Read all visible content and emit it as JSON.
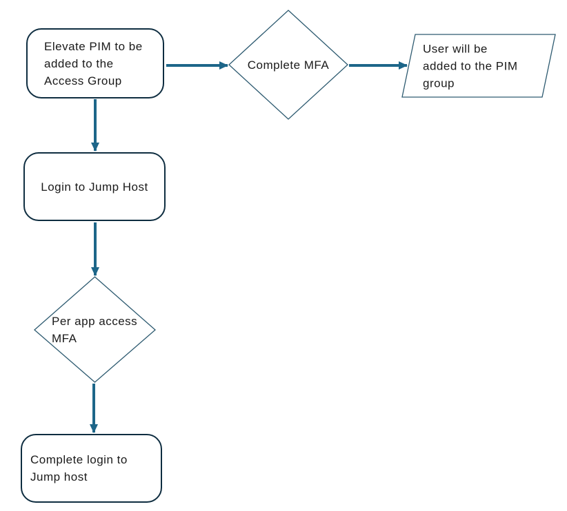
{
  "flowchart": {
    "background": "#ffffff",
    "colors": {
      "arrow": "#1d6689",
      "rounded_box_border": "#0e2d40",
      "thin_shape_border": "#2d5a70",
      "text": "#1a1a1a",
      "shape_fill": "#ffffff"
    },
    "nodes": [
      {
        "id": "elevate-pim",
        "shape": "rounded-rectangle",
        "label": "Elevate PIM to be\nadded to the\nAccess Group"
      },
      {
        "id": "complete-mfa",
        "shape": "diamond",
        "label": "Complete MFA"
      },
      {
        "id": "user-added-to-pim-group",
        "shape": "parallelogram",
        "label": "User will be\nadded to the PIM\ngroup"
      },
      {
        "id": "login-to-jump-host",
        "shape": "rounded-rectangle",
        "label": "Login to Jump Host"
      },
      {
        "id": "per-app-access-mfa",
        "shape": "diamond",
        "label": "Per app access\nMFA"
      },
      {
        "id": "complete-login-to-jump-host",
        "shape": "rounded-rectangle",
        "label": "Complete login to\nJump host"
      }
    ],
    "edges": [
      {
        "from": "elevate-pim",
        "to": "complete-mfa"
      },
      {
        "from": "complete-mfa",
        "to": "user-added-to-pim-group"
      },
      {
        "from": "elevate-pim",
        "to": "login-to-jump-host"
      },
      {
        "from": "login-to-jump-host",
        "to": "per-app-access-mfa"
      },
      {
        "from": "per-app-access-mfa",
        "to": "complete-login-to-jump-host"
      }
    ]
  }
}
